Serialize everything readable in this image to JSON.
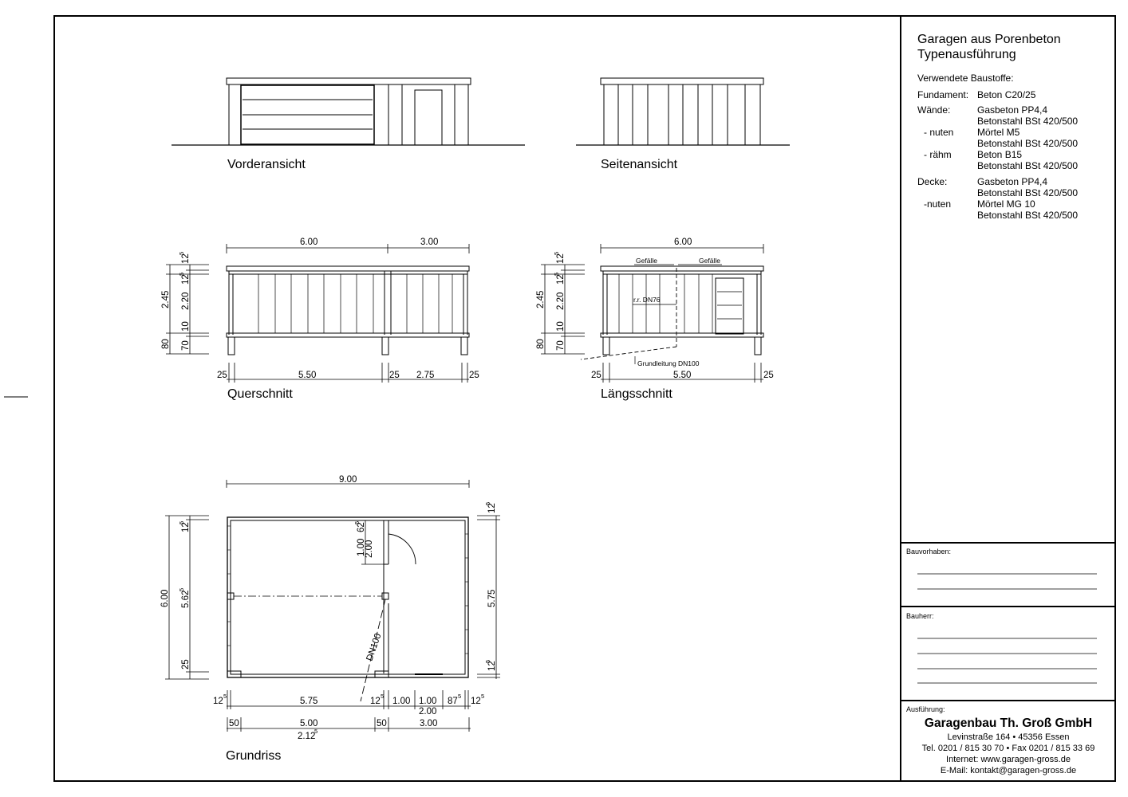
{
  "titleblock": {
    "title_line1": "Garagen aus Porenbeton",
    "title_line2": "Typenausführung",
    "materials_heading": "Verwendete Baustoffe:",
    "materials": [
      {
        "label": "Fundament:",
        "values": [
          "Beton C20/25"
        ]
      },
      {
        "label": "Wände:",
        "values": [
          "Gasbeton PP4,4",
          "Betonstahl BSt 420/500"
        ]
      },
      {
        "label": "- nuten",
        "values": [
          "Mörtel M5",
          "Betonstahl BSt 420/500"
        ]
      },
      {
        "label": "- rähm",
        "values": [
          "Beton B15",
          "Betonstahl BSt 420/500"
        ]
      },
      {
        "label": "Decke:",
        "values": [
          "Gasbeton PP4,4",
          "Betonstahl BSt 420/500"
        ]
      },
      {
        "label": "-nuten",
        "values": [
          "Mörtel MG 10",
          "Betonstahl BSt 420/500"
        ]
      }
    ],
    "bauvorhaben_label": "Bauvorhaben:",
    "bauherr_label": "Bauherr:",
    "ausfuehrung_label": "Ausführung:",
    "company": "Garagenbau Th. Groß GmbH",
    "address": "Levinstraße 164 • 45356 Essen",
    "phone": "Tel. 0201 / 815 30 70 • Fax 0201 / 815 33 69",
    "internet": "Internet: www.garagen-gross.de",
    "email": "E-Mail: kontakt@garagen-gross.de"
  },
  "views": {
    "front": "Vorderansicht",
    "side": "Seitenansicht",
    "cross": "Querschnitt",
    "long": "Längsschnitt",
    "plan": "Grundriss"
  },
  "dims": {
    "cross_top_a": "6.00",
    "cross_top_b": "3.00",
    "height_total": "2.45",
    "height_wall": "2.20",
    "h_10": "10",
    "h_70": "70",
    "h_80": "80",
    "h_12": "12",
    "sup5": "5",
    "w_25": "25",
    "w_550": "5.50",
    "w_275": "2.75",
    "long_top": "6.00",
    "gefaelle": "Gefälle",
    "rr": "r.r. DN76",
    "grundleitung": "Grundleitung DN100",
    "plan_total": "9.00",
    "plan_depth": "6.00",
    "plan_562": "5.62",
    "plan_575": "5.75",
    "plan_100": "1.00",
    "plan_200": "2.00",
    "plan_62": "62",
    "plan_12": "12",
    "plan_1": "1",
    "plan_87": "87",
    "plan_50": "50",
    "plan_500": "5.00",
    "plan_300": "3.00",
    "plan_212": "2.12",
    "dn100": "DN100"
  }
}
